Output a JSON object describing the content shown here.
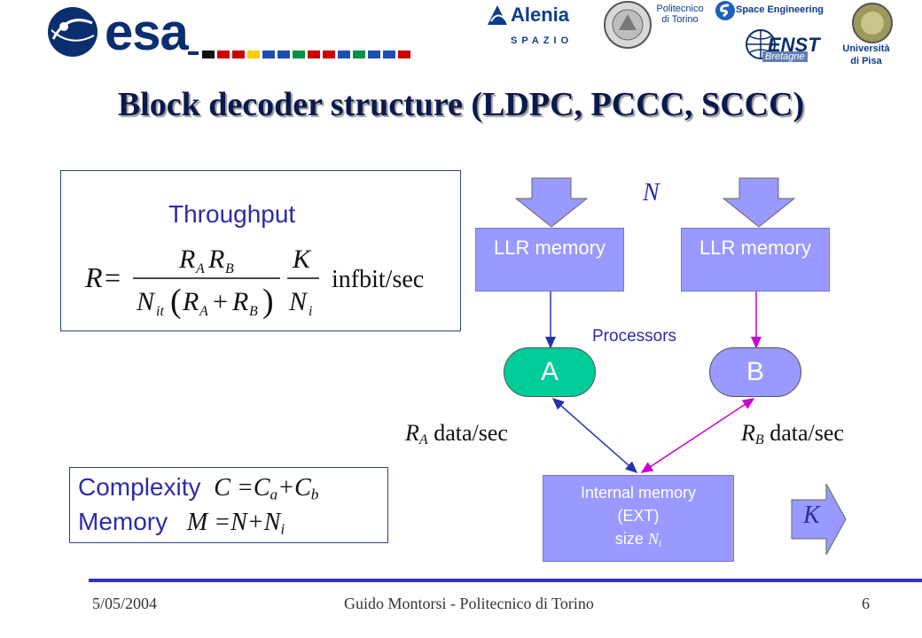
{
  "header": {
    "esa_logo_text": "esa",
    "alenia_logo_text": "Alenia",
    "alenia_sub": "SPAZIO",
    "polito_logo_text": "Politecnico di Torino",
    "space_eng_logo_text": "Space Engineering",
    "enst_logo_text": "ENST",
    "enst_sub": "Bretagne",
    "pisa_logo_text": "Università di Pisa",
    "flag_colors": [
      "#111111",
      "#cc0000",
      "#cc0000",
      "#ffcc00",
      "#1f4fb0",
      "#1f4fb0",
      "#009246",
      "#cc0000",
      "#cc0000",
      "#1f4fb0",
      "#009246",
      "#1f4fb0",
      "#1f4fb0",
      "#cc0000"
    ]
  },
  "title": "Block decoder structure (LDPC, PCCC, SCCC)",
  "throughput": {
    "label": "Throughput",
    "unit": "infbit/sec"
  },
  "complexity": {
    "complexity_label": "Complexity",
    "memory_label": "Memory"
  },
  "diagram": {
    "n_label": "N",
    "llr_memory_a": "LLR memory",
    "llr_memory_b": "LLR memory",
    "processors_label": "Processors",
    "proc_a": "A",
    "proc_b": "B",
    "rate_unit": "data/sec",
    "internal_memory_line1": "Internal memory",
    "internal_memory_line2": "(EXT)",
    "internal_memory_size": "size",
    "k_label": "K",
    "colors": {
      "proc_a": "#00cc99",
      "proc_b": "#9999ff",
      "memory": "#9999ff",
      "arrow_a": "#2233aa",
      "arrow_b": "#cc00cc"
    }
  },
  "footer": {
    "date": "5/05/2004",
    "author": "Guido Montorsi - Politecnico di Torino",
    "page": "6"
  }
}
